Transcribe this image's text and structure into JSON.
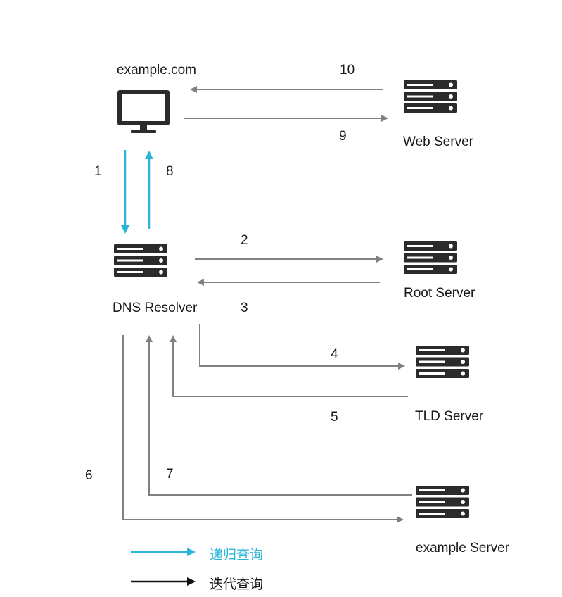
{
  "nodes": {
    "client": {
      "label": "example.com",
      "icon": "monitor-icon"
    },
    "resolver": {
      "label": "DNS Resolver",
      "icon": "server-icon"
    },
    "web": {
      "label": "Web Server",
      "icon": "server-icon"
    },
    "root": {
      "label": "Root Server",
      "icon": "server-icon"
    },
    "tld": {
      "label": "TLD Server",
      "icon": "server-icon"
    },
    "auth": {
      "label": "example Server",
      "icon": "server-icon"
    }
  },
  "steps": [
    "1",
    "2",
    "3",
    "4",
    "5",
    "6",
    "7",
    "8",
    "9",
    "10"
  ],
  "legend": {
    "recursive": {
      "label": "递归查询",
      "color": "#29b6d8"
    },
    "iterative": {
      "label": "迭代查询",
      "color": "#111111"
    }
  },
  "colors": {
    "arrow_gray": "#808080",
    "server": "#2b2b2b"
  }
}
